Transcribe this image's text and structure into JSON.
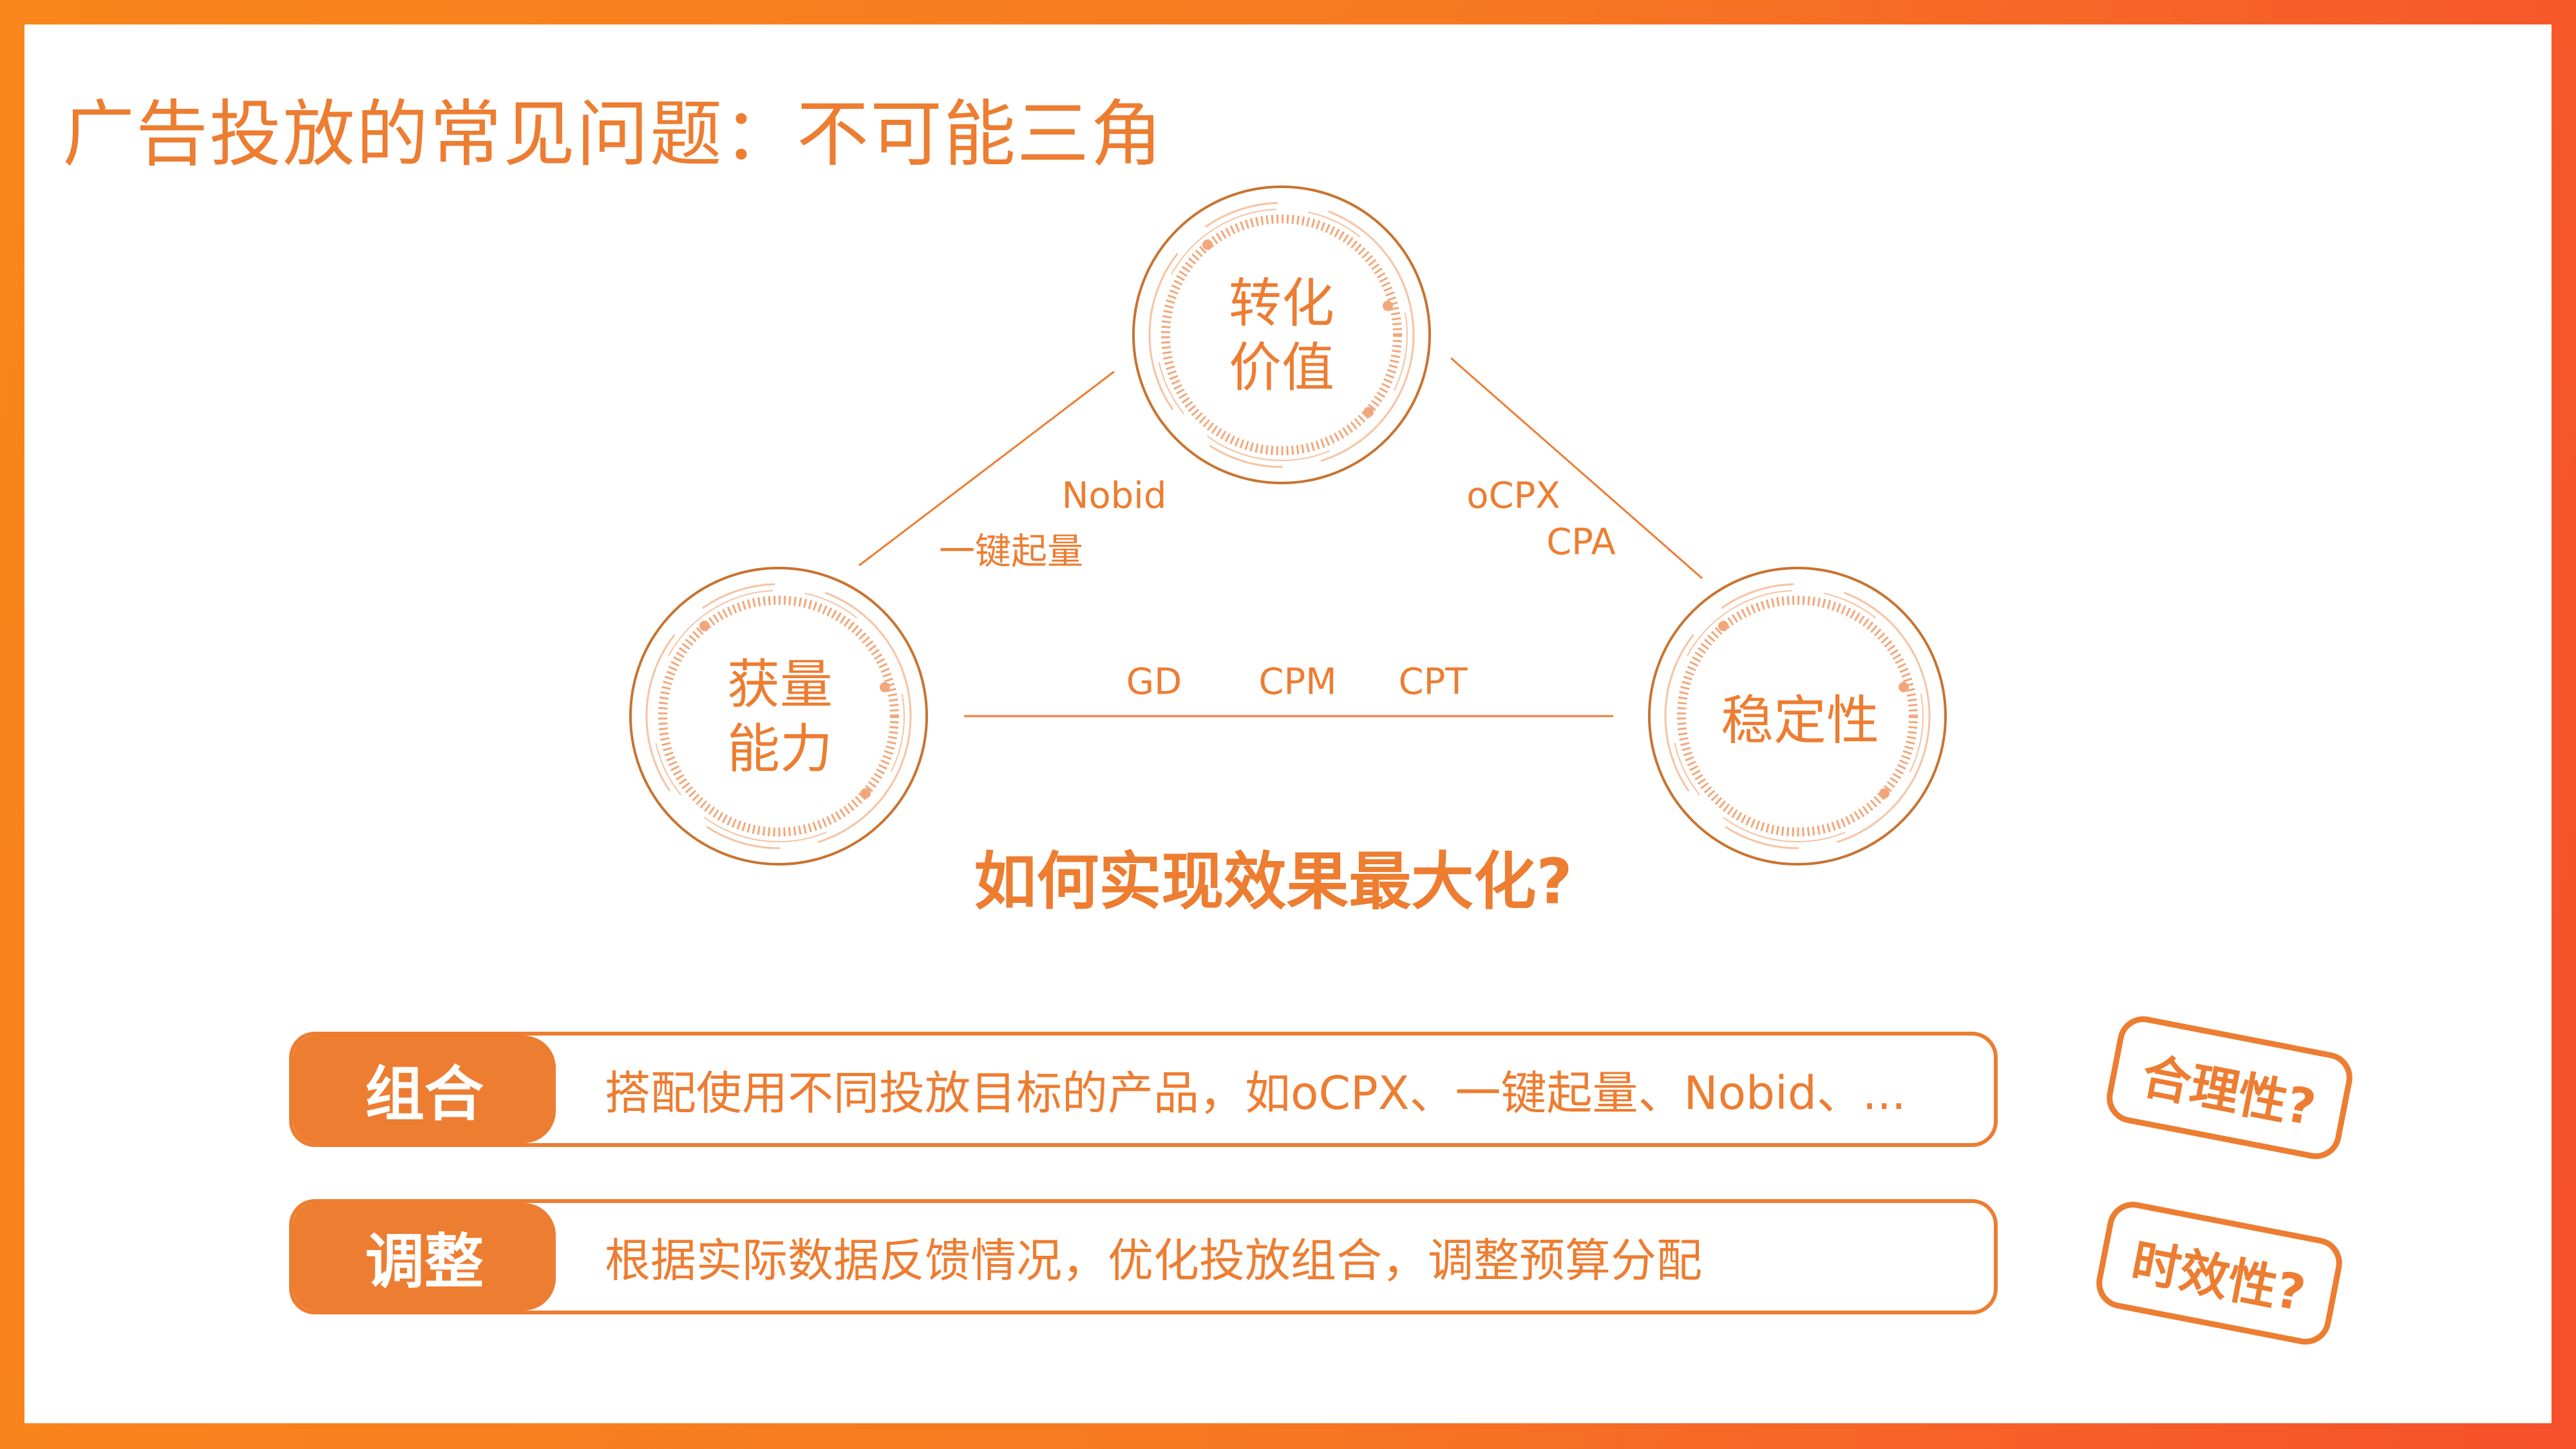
{
  "title": "广告投放的常见问题：不可能三角",
  "triangle": {
    "top": "转化\n价值",
    "top_lines": [
      "转化",
      "价值"
    ],
    "left_lines": [
      "获量",
      "能力"
    ],
    "right": "稳定性",
    "left_edge_labels": [
      "Nobid",
      "一键起量"
    ],
    "right_edge_labels": [
      "oCPX",
      "CPA"
    ],
    "bottom_edge_labels": [
      "GD",
      "CPM",
      "CPT"
    ]
  },
  "question": "如何实现效果最大化?",
  "rows": [
    {
      "label": "组合",
      "text": "搭配使用不同投放目标的产品，如oCPX、一键起量、Nobid、..."
    },
    {
      "label": "调整",
      "text": "根据实际数据反馈情况，优化投放组合，调整预算分配"
    }
  ],
  "stamps": [
    "合理性?",
    "时效性?"
  ],
  "colors": {
    "accent": "#ed7d31",
    "border_left": "#f8861a",
    "border_right": "#f6502c"
  }
}
